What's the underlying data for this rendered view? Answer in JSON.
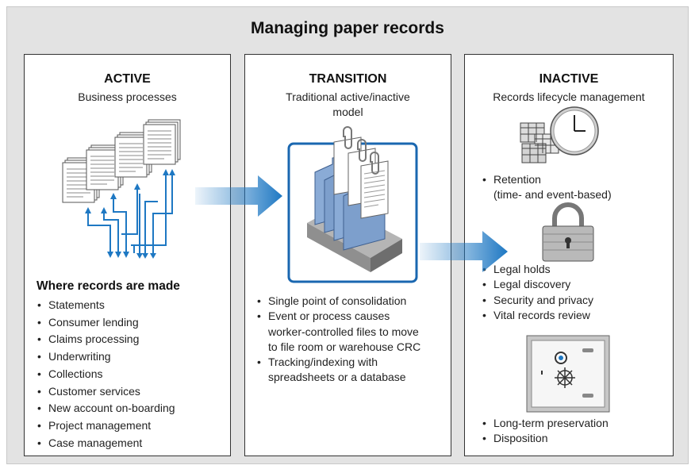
{
  "title": "Managing paper records",
  "active": {
    "heading": "ACTIVE",
    "subtitle": "Business processes",
    "section_heading": "Where records are made",
    "items": [
      "Statements",
      "Consumer lending",
      "Claims processing",
      "Underwriting",
      "Collections",
      "Customer services",
      "New account on-boarding",
      "Project management",
      "Case management"
    ]
  },
  "transition": {
    "heading": "TRANSITION",
    "subtitle_line1": "Traditional active/inactive",
    "subtitle_line2": "model",
    "items": [
      {
        "line1": "Single point of consolidation"
      },
      {
        "line1": "Event or process causes",
        "line2": "worker-controlled files to move",
        "line3": "to file room or warehouse CRC"
      },
      {
        "line1": "Tracking/indexing with",
        "line2": "spreadsheets or a database"
      }
    ]
  },
  "inactive": {
    "heading": "INACTIVE",
    "subtitle": "Records lifecycle management",
    "retention_line1": "Retention",
    "retention_line2": "(time- and event-based)",
    "legal_items": [
      "Legal holds",
      "Legal discovery",
      "Security and privacy",
      "Vital records review"
    ],
    "preservation_items": [
      "Long-term preservation",
      "Disposition"
    ]
  },
  "icons": {
    "documents": "stacked-documents-icon",
    "file_tray": "file-tray-icon",
    "calendar_clock": "calendar-clock-icon",
    "padlock": "padlock-icon",
    "vault": "vault-safe-icon",
    "arrow": "right-arrow-icon"
  },
  "colors": {
    "background": "#e3e3e3",
    "arrow_blue": "#1e78c3",
    "tray_border": "#1a67b0",
    "folder_blue": "#8aabd6"
  }
}
